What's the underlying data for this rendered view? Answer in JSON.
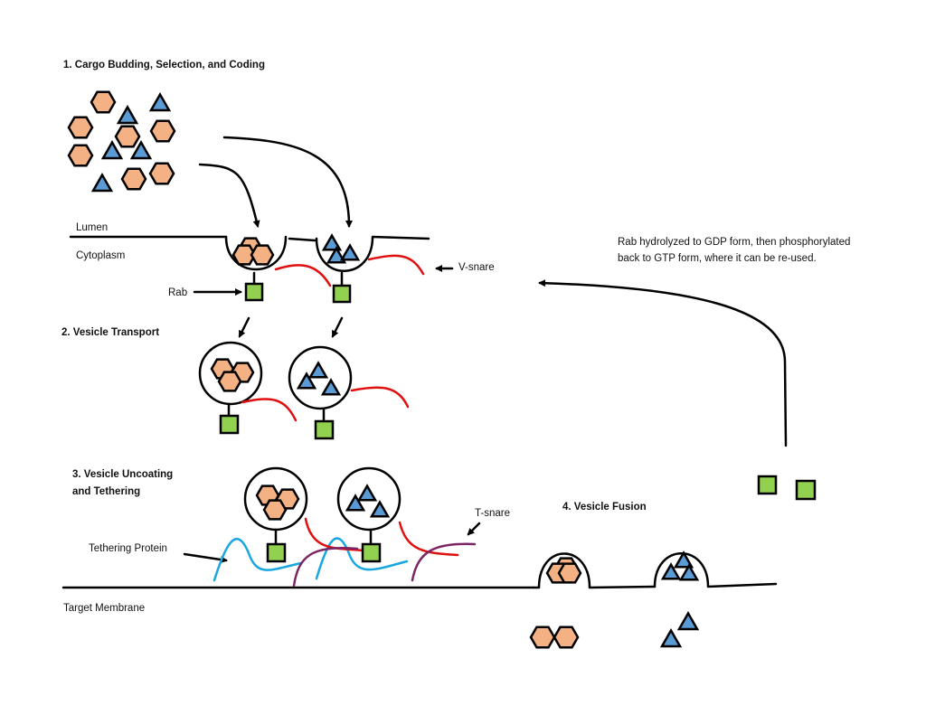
{
  "colors": {
    "cargo_hexagon": "#F4B183",
    "cargo_triangle": "#5B9BD5",
    "rab": "#92D050",
    "v_snare": "#E01010",
    "t_snare": "#7B2565",
    "tethering_protein": "#1AA6DE",
    "outline": "#000000"
  },
  "steps": {
    "step1": "1.  Cargo  Budding, Selection, and Coding",
    "step2": "2. Vesicle Transport",
    "step3_line1": "3.  Vesicle Uncoating",
    "step3_line2": "and Tethering",
    "step4": "4. Vesicle Fusion"
  },
  "labels": {
    "lumen": "Lumen",
    "cytoplasm": "Cytoplasm",
    "rab": "Rab",
    "v_snare": "V-snare",
    "t_snare": "T-snare",
    "tethering_protein": "Tethering Protein",
    "target_membrane": "Target Membrane"
  },
  "note": {
    "line1": "Rab hydrolyzed to GDP form, then phosphorylated",
    "line2": "back to GTP form, where it can be re-used."
  }
}
